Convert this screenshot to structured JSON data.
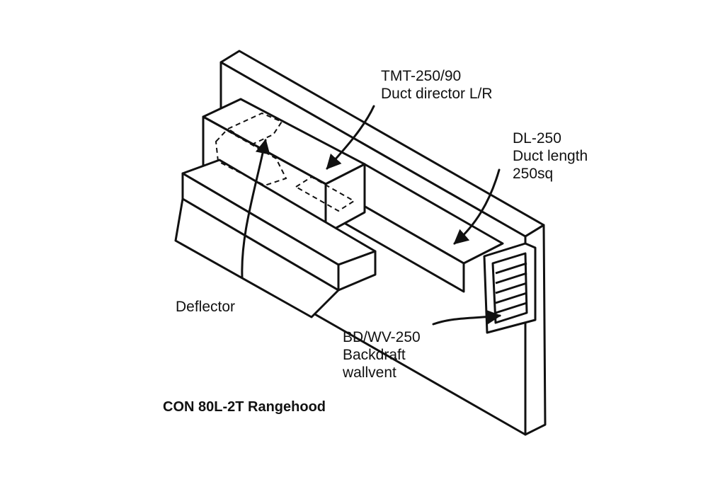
{
  "title": "CON 80L-2T Rangehood",
  "labels": {
    "tmt": {
      "line1": "TMT-250/90",
      "line2": "Duct director L/R"
    },
    "dl": {
      "line1": "DL-250",
      "line2": "Duct length",
      "line3": "250sq"
    },
    "deflector": {
      "line1": "Deflector"
    },
    "bd": {
      "line1": "BD/WV-250",
      "line2": "Backdraft",
      "line3": "wallvent"
    }
  },
  "colors": {
    "ink": "#111111",
    "paper": "#ffffff"
  }
}
